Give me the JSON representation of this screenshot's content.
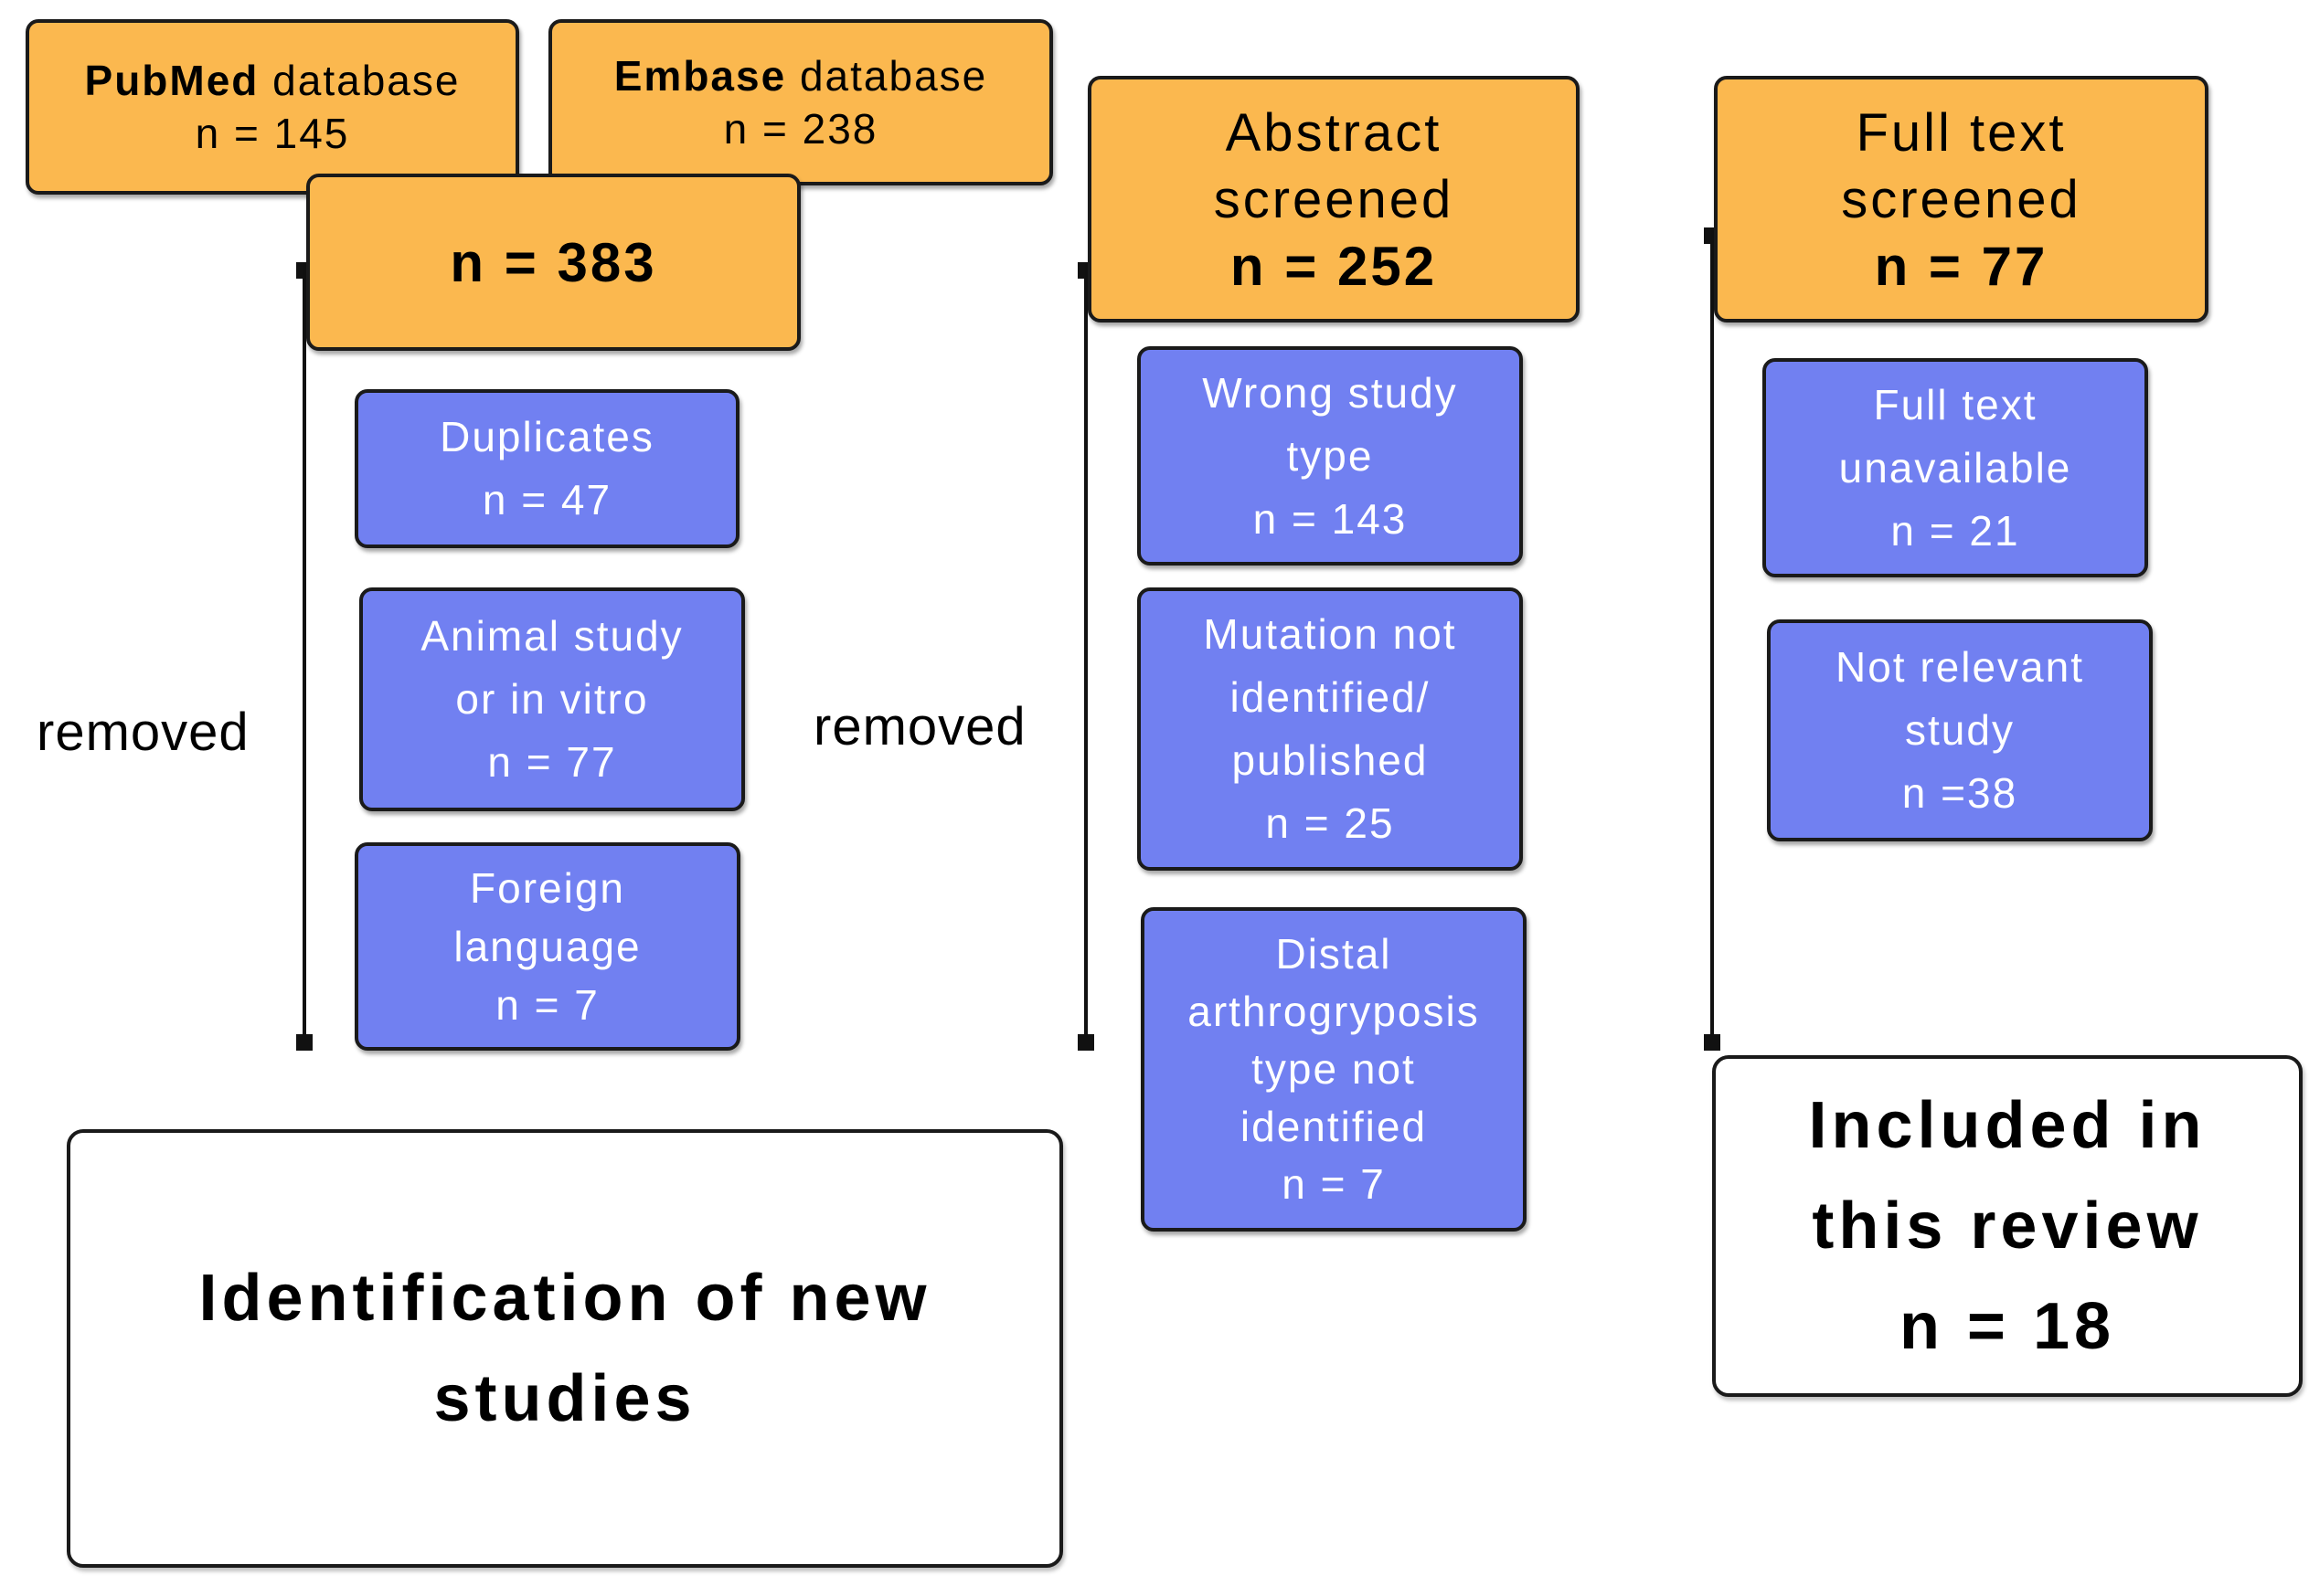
{
  "colors": {
    "source_box": "#fbb84f",
    "exclusion_box": "#7180f1",
    "result_box": "#ffffff",
    "outline": "#1a1a1a"
  },
  "pubmed": {
    "name": "PubMed",
    "suffix": " database",
    "count": "n = 145"
  },
  "embase": {
    "name": "Embase",
    "suffix": " database",
    "count": "n = 238"
  },
  "combined": {
    "count": "n = 383"
  },
  "abstract": {
    "lines": [
      "Abstract",
      "screened"
    ],
    "count": "n = 252"
  },
  "fulltext": {
    "lines": [
      "Full text",
      "screened"
    ],
    "count": "n = 77"
  },
  "removed_labels": [
    "removed",
    "removed"
  ],
  "stage1_exclusions": [
    {
      "lines": [
        "Duplicates",
        "n = 47"
      ]
    },
    {
      "lines": [
        "Animal study",
        "or in vitro",
        "n = 77"
      ]
    },
    {
      "lines": [
        "Foreign",
        "language",
        "n = 7"
      ]
    }
  ],
  "stage2_exclusions": [
    {
      "lines": [
        "Wrong study",
        "type",
        "n = 143"
      ]
    },
    {
      "lines": [
        "Mutation not",
        "identified/",
        "published",
        "n = 25"
      ]
    },
    {
      "lines": [
        "Distal",
        "arthrogryposis",
        "type not",
        "identified",
        "n = 7"
      ]
    }
  ],
  "stage3_exclusions": [
    {
      "lines": [
        "Full text",
        "unavailable",
        "n = 21"
      ]
    },
    {
      "lines": [
        "Not relevant",
        "study",
        "n =38"
      ]
    }
  ],
  "identification": {
    "lines": [
      "Identification of new",
      "studies"
    ]
  },
  "included": {
    "lines": [
      "Included in",
      "this review",
      "n = 18"
    ]
  }
}
